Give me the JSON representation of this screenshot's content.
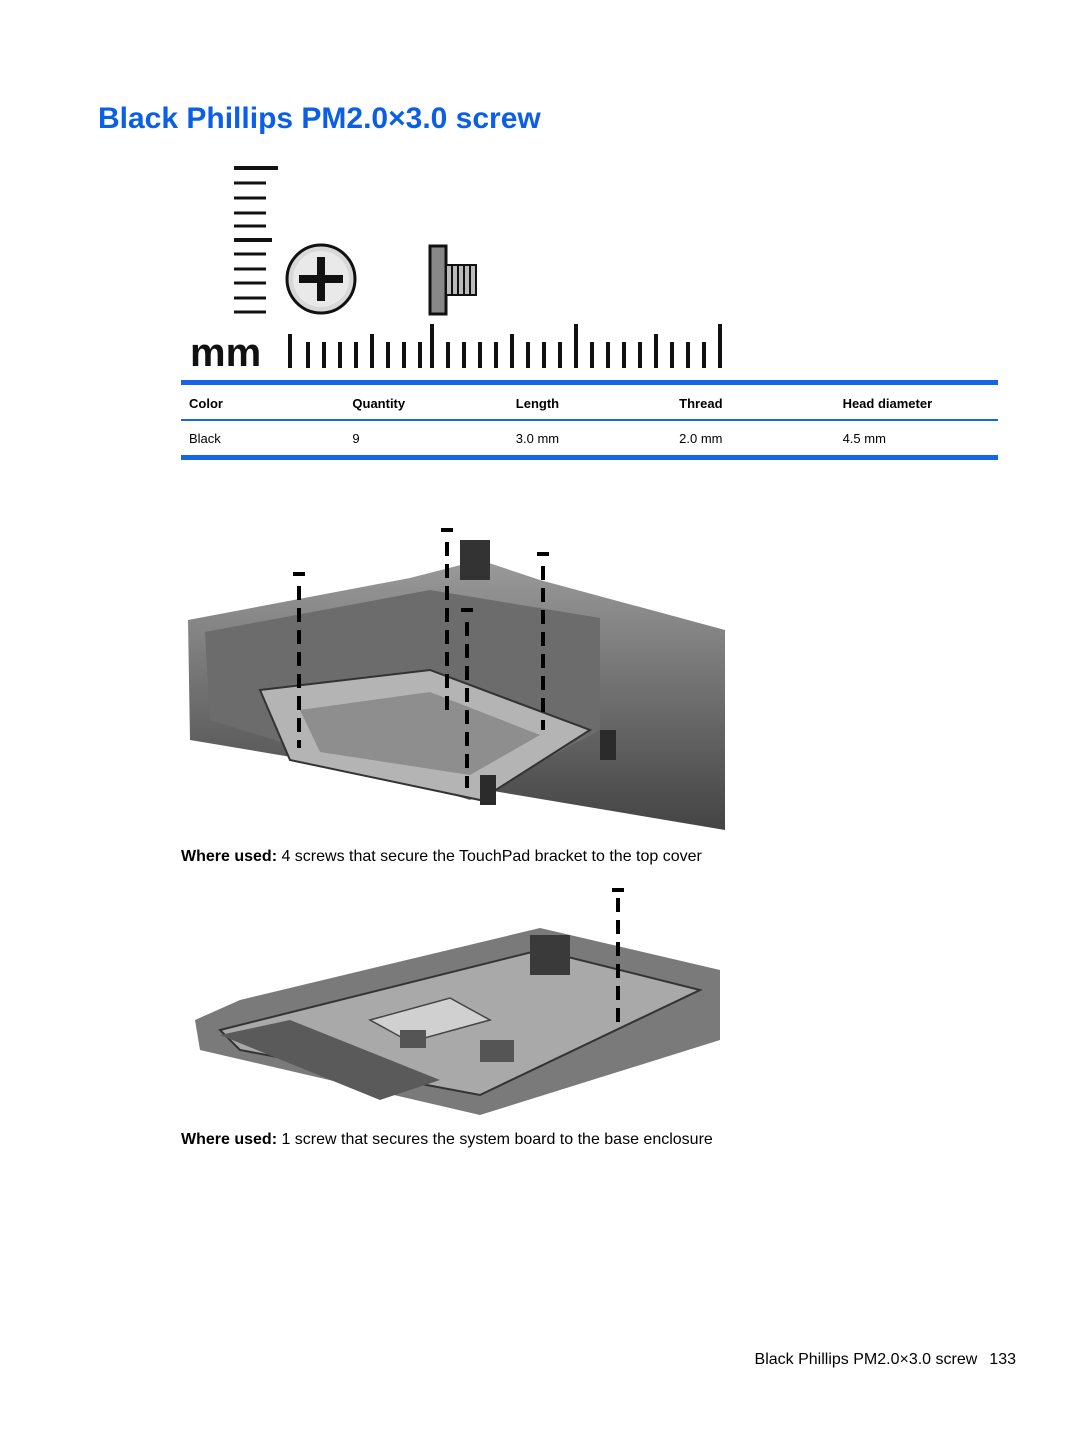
{
  "page": {
    "title": "Black Phillips PM2.0×3.0 screw"
  },
  "ruler": {
    "unit_label": "mm"
  },
  "spec_table": {
    "headers": [
      "Color",
      "Quantity",
      "Length",
      "Thread",
      "Head diameter"
    ],
    "rows": [
      [
        "Black",
        "9",
        "3.0 mm",
        "2.0 mm",
        "4.5 mm"
      ]
    ]
  },
  "figures": [
    {
      "where_label": "Where used:",
      "where_text": " 4 screws that secure the TouchPad bracket to the top cover"
    },
    {
      "where_label": "Where used:",
      "where_text": " 1 screw that secures the system board to the base enclosure"
    }
  ],
  "footer": {
    "running_title": "Black Phillips PM2.0×3.0 screw",
    "page_number": "133"
  },
  "colors": {
    "accent": "#1565e8",
    "title": "#0a5fe6"
  }
}
